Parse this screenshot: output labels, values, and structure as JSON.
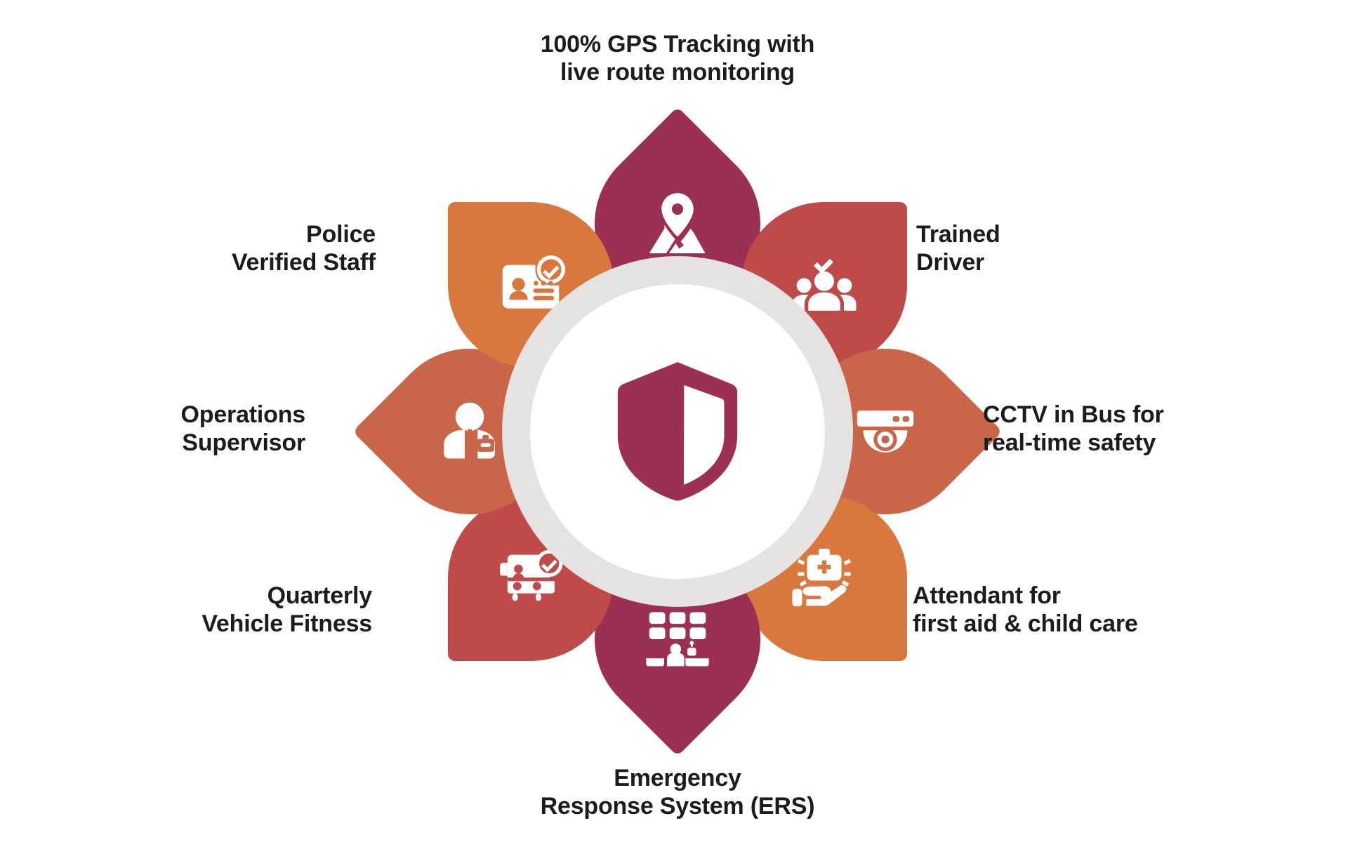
{
  "graphic": {
    "title": "School Bus Safety Features Wheel",
    "background_color": "#ffffff",
    "text_color": "#1c1c1c"
  },
  "center": {
    "icon": "shield-icon",
    "shield_color": "#9c3052",
    "ring_color": "#e4e3e2",
    "core_color": "#ffffff"
  },
  "petals": [
    {
      "id": "gps-tracking",
      "label": "100% GPS Tracking with\nlive route monitoring",
      "icon": "map-location-pin-icon",
      "color": "#9c3052",
      "position": "top"
    },
    {
      "id": "trained-driver",
      "label": "Trained\nDriver",
      "icon": "verified-people-group-icon",
      "color": "#bf4a4a",
      "position": "top-right"
    },
    {
      "id": "cctv-in-bus",
      "label": "CCTV in Bus for\nreal-time safety",
      "icon": "cctv-dome-camera-icon",
      "color": "#c9664a",
      "position": "right"
    },
    {
      "id": "attendant-first-aid",
      "label": "Attendant for\nfirst aid & child care",
      "icon": "hand-holding-first-aid-kit-icon",
      "color": "#d9783e",
      "position": "bottom-right"
    },
    {
      "id": "emergency-response-system",
      "label": "Emergency\nResponse System (ERS)",
      "icon": "emergency-control-room-icon",
      "color": "#9c3052",
      "position": "bottom"
    },
    {
      "id": "quarterly-vehicle-fitness",
      "label": "Quarterly\nVehicle Fitness",
      "icon": "verified-bus-icon",
      "color": "#bf4a4a",
      "position": "bottom-left"
    },
    {
      "id": "operations-supervisor",
      "label": "Operations\nSupervisor",
      "icon": "supervisor-badge-icon",
      "color": "#c9664a",
      "position": "left"
    },
    {
      "id": "police-verified-staff",
      "label": "Police\nVerified Staff",
      "icon": "verified-id-card-icon",
      "color": "#d9783e",
      "position": "top-left"
    }
  ]
}
